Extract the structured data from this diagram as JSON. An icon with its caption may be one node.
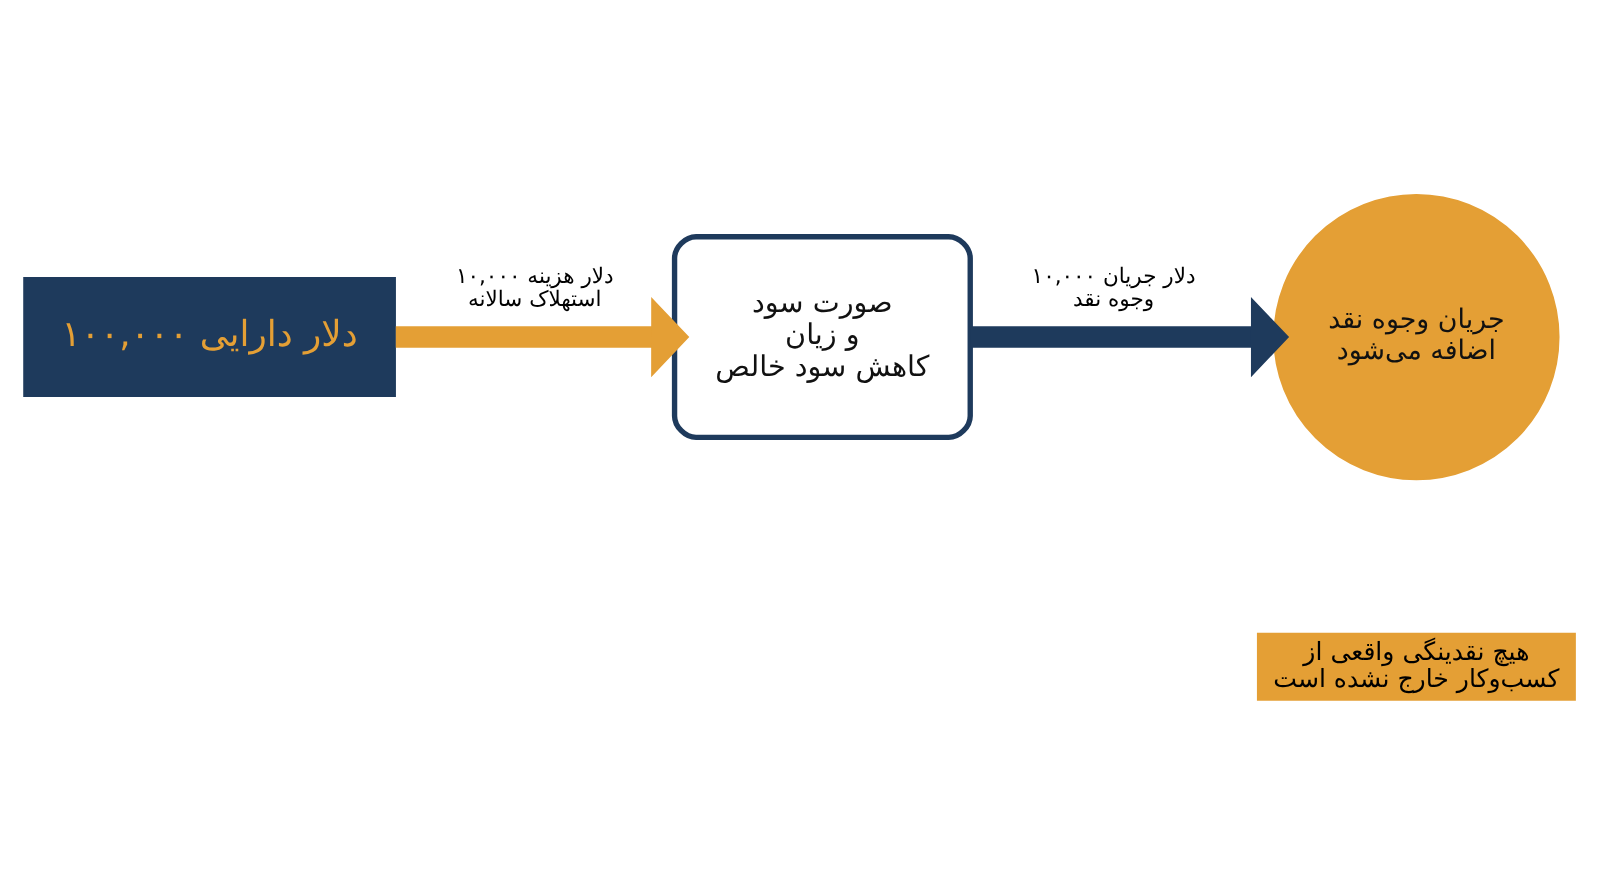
{
  "diagram": {
    "nodes": [
      {
        "text": [
          "۱۰۰,۰۰۰ دلار دارایی"
        ]
      },
      {
        "text": [
          "صورت سود و زیان",
          "کاهش سود خالص"
        ]
      },
      {
        "text": [
          "جریان وجوه نقد اضافه می‌شود"
        ]
      }
    ],
    "edges": [
      {
        "from": 0,
        "to": 1,
        "arrow": "to",
        "label": "۱۰,۰۰۰ دلار هزینه استهلاک سالانه",
        "color": "#e49f35"
      },
      {
        "from": 1,
        "to": 2,
        "arrow": "to",
        "label": "۱۰,۰۰۰ دلار جریان وجوه نقد",
        "color": "#1e3a5c"
      }
    ],
    "labels": [
      "هیچ نقدینگی واقعی از کسب‌وکار خارج نشده است"
    ]
  }
}
